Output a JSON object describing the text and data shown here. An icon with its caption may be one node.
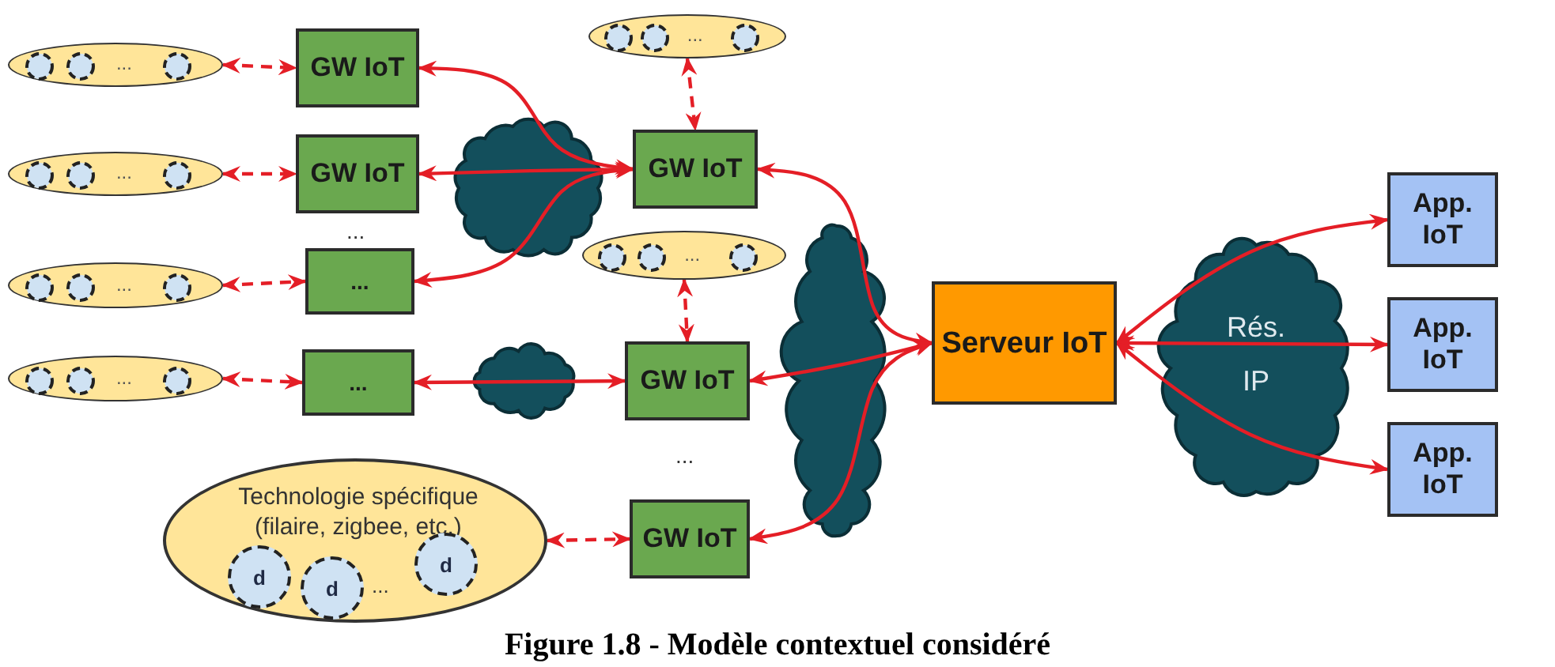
{
  "diagram": {
    "caption": "Figure 1.8 - Modèle contextuel considéré",
    "nodes": [
      {
        "text": [
          "..."
        ]
      },
      {
        "text": [
          "GW IoT"
        ]
      },
      {
        "text": [
          "..."
        ]
      },
      {
        "text": [
          "..."
        ]
      },
      {
        "text": [
          "GW IoT"
        ]
      },
      {
        "text": [
          "GW IoT"
        ]
      },
      {
        "text": [
          "..."
        ]
      },
      {
        "text": [
          "..."
        ]
      },
      {
        "text": [
          "..."
        ]
      },
      {
        "text": [
          "Serveur IoT"
        ]
      },
      {
        "text": [
          "App. IoT"
        ]
      },
      {
        "text": [
          "..."
        ]
      },
      {
        "text": [
          "..."
        ]
      },
      {
        "text": [
          "GW IoT"
        ]
      },
      {
        "text": [
          "App. IoT"
        ]
      },
      {
        "text": [
          "App. IoT"
        ]
      },
      {
        "text": [
          "Technologie spécifique (filaire, zigbee, etc.)",
          "..."
        ]
      },
      {
        "text": [
          "d"
        ],
        "in": 16
      },
      {
        "text": [
          "d"
        ],
        "in": 16
      },
      {
        "text": [
          "d"
        ],
        "in": 16
      },
      {
        "text": [
          "GW IoT"
        ]
      }
    ],
    "edges": [
      {
        "from": 0,
        "to": 1,
        "arrow": "both",
        "style": "dashed"
      },
      {
        "from": 3,
        "to": 4,
        "arrow": "both",
        "style": "dashed"
      },
      {
        "from": 6,
        "to": 7,
        "arrow": "both",
        "style": "dashed"
      },
      {
        "from": 11,
        "to": 12,
        "arrow": "both",
        "style": "dashed"
      },
      {
        "from": 16,
        "to": 20,
        "arrow": "both",
        "style": "dashed"
      },
      {
        "from": 2,
        "to": 5,
        "arrow": "both",
        "style": "dashed"
      },
      {
        "from": 8,
        "to": 13,
        "arrow": "both",
        "style": "dashed"
      },
      {
        "from": 1,
        "to": 5,
        "arrow": "both"
      },
      {
        "from": 4,
        "to": 5,
        "arrow": "both"
      },
      {
        "from": 7,
        "to": 5,
        "arrow": "both"
      },
      {
        "from": 12,
        "to": 13,
        "arrow": "both"
      },
      {
        "from": 5,
        "to": 9,
        "arrow": "both"
      },
      {
        "from": 13,
        "to": 9,
        "arrow": "both"
      },
      {
        "from": 20,
        "to": 9,
        "arrow": "both"
      },
      {
        "from": 9,
        "to": 10,
        "arrow": "both"
      },
      {
        "from": 9,
        "to": 14,
        "arrow": "both"
      },
      {
        "from": 9,
        "to": 15,
        "arrow": "both"
      }
    ],
    "labels": [
      "...",
      "Rés. IP",
      "..."
    ]
  }
}
